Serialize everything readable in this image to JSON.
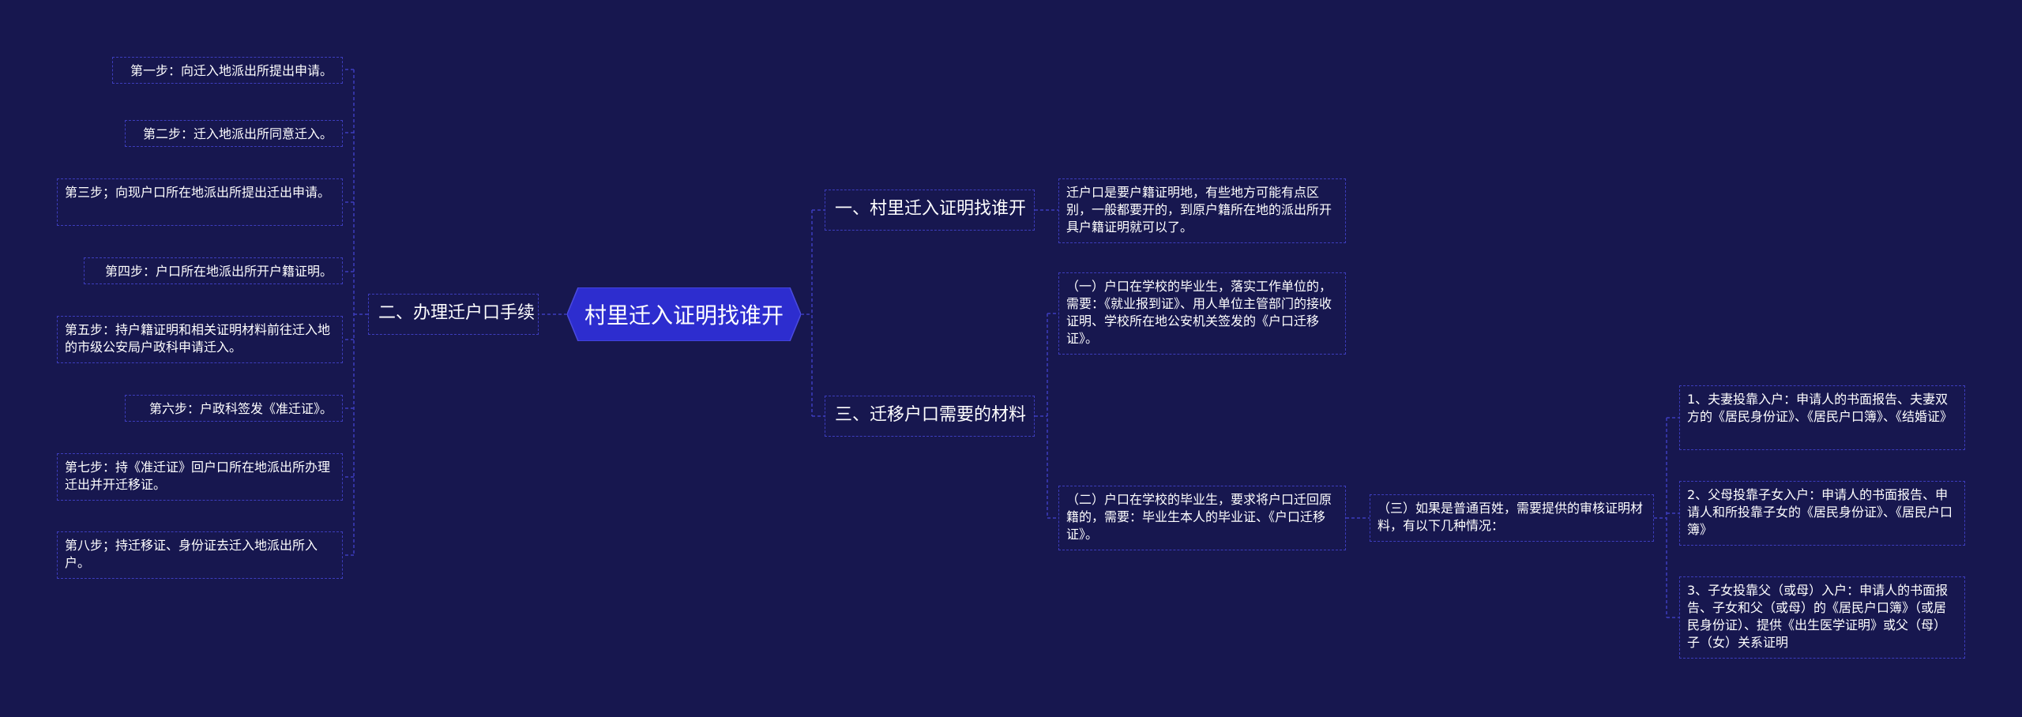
{
  "root": {
    "label": "村里迁入证明找谁开"
  },
  "left_branch": {
    "label": "二、办理迁户口手续",
    "steps": [
      "第一步：向迁入地派出所提出申请。",
      "第二步：迁入地派出所同意迁入。",
      "第三步；向现户口所在地派出所提出迁出申请。",
      "第四步：户口所在地派出所开户籍证明。",
      "第五步：持户籍证明和相关证明材料前往迁入地的市级公安局户政科申请迁入。",
      "第六步：户政科签发《准迁证》。",
      "第七步：持《准迁证》回户口所在地派出所办理迁出并开迁移证。",
      "第八步；持迁移证、身份证去迁入地派出所入户。"
    ]
  },
  "right_branches": {
    "branch1": {
      "label": "一、村里迁入证明找谁开",
      "detail": "迁户口是要户籍证明地，有些地方可能有点区别，一般都要开的，到原户籍所在地的派出所开具户籍证明就可以了。"
    },
    "branch3": {
      "label": "三、迁移户口需要的材料",
      "items": [
        "（一）户口在学校的毕业生，落实工作单位的，需要：《就业报到证》、用人单位主管部门的接收证明、学校所在地公安机关签发的《户口迁移证》。",
        "（二）户口在学校的毕业生，要求将户口迁回原籍的，需要：毕业生本人的毕业证、《户口迁移证》。",
        "（三）如果是普通百姓，需要提供的审核证明材料，有以下几种情况："
      ],
      "sub_items": [
        "1、夫妻投靠入户：申请人的书面报告、夫妻双方的《居民身份证》、《居民户口簿》、《结婚证》",
        "2、父母投靠子女入户：申请人的书面报告、申请人和所投靠子女的《居民身份证》、《居民户口簿》",
        "3、子女投靠父（或母）入户：申请人的书面报告、子女和父（或母）的《居民户口簿》（或居民身份证）、提供《出生医学证明》或父（母）子（女）关系证明"
      ]
    }
  },
  "colors": {
    "background": "#17174f",
    "root_fill": "#2d2dcf",
    "border": "#3d3dbd",
    "link": "#3d3dbd",
    "text": "#ffffff"
  }
}
